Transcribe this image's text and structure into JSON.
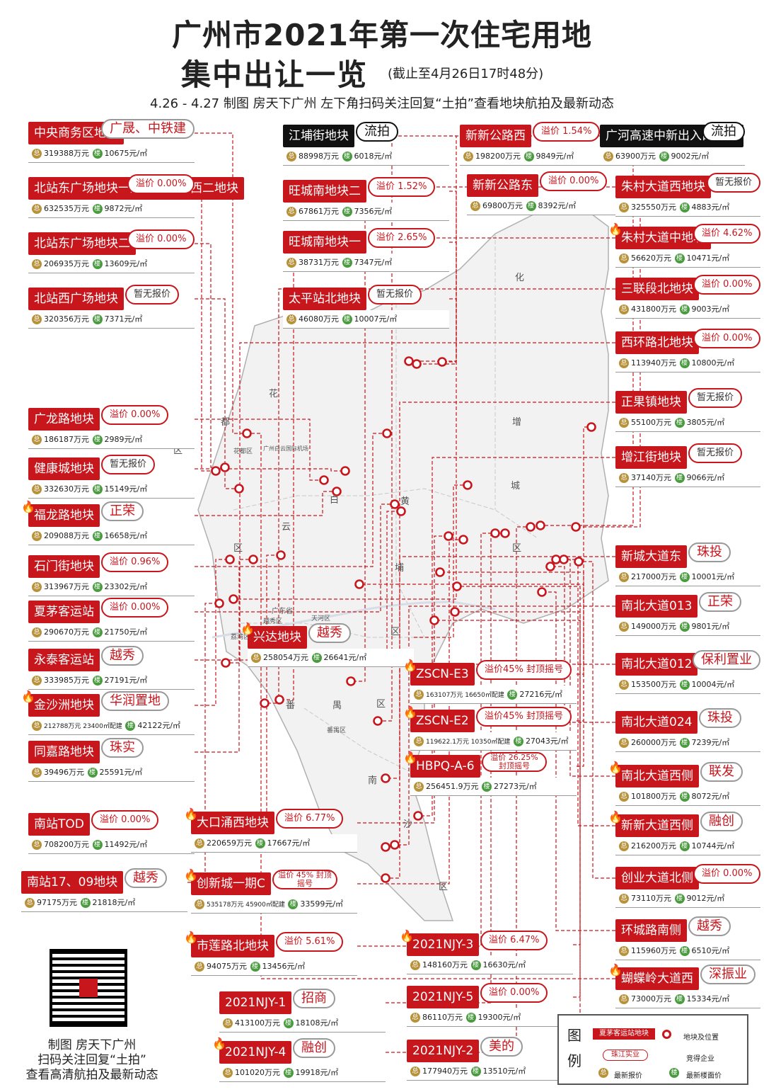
{
  "title": {
    "line1": "广州市2021年第一次住宅用地",
    "line2": "集中出让一览",
    "note": "(截止至4月26日17时48分)",
    "subtitle": "4.26 - 4.27   制图 房天下广州 左下角扫码关注回复“土拍”查看地块航拍及最新动态"
  },
  "icons": {
    "total": "总",
    "floor": "楼",
    "hot": "fire-icon"
  },
  "map_labels": {
    "huadu": "花",
    "dou": "都",
    "qu": "区",
    "baiyun1": "白",
    "yun": "云",
    "baiyun_qu": "区",
    "zeng": "增",
    "cheng": "城",
    "zeng_qu": "区",
    "hua2": "化",
    "huangpu": "黄",
    "pu": "埔",
    "hp_qu": "区",
    "panyu1": "番",
    "yu": "禺",
    "py_qu": "区",
    "nan": "南",
    "sha": "沙",
    "ns_qu": "区",
    "huadu_q": "花都区",
    "airport": "广州白云国际机场",
    "gd": "广东省",
    "yuexiu": "越秀区",
    "tianhe": "天河区",
    "liwan": "荔湾区",
    "panyu_q": "番禺区"
  },
  "lots": [
    {
      "name": "中央商务区地块",
      "total": "319388万元",
      "floor": "10675元/㎡",
      "tag": "广晟、中铁建",
      "tagType": "dev"
    },
    {
      "name": "北站东广场地块一及广花公路西二地块",
      "total": "632535万元",
      "floor": "9872元/㎡",
      "tag": "溢价 0.00%",
      "tagType": "prem"
    },
    {
      "name": "北站东广场地块二",
      "total": "206935万元",
      "floor": "13609元/㎡",
      "tag": "溢价 0.00%",
      "tagType": "prem"
    },
    {
      "name": "北站西广场地块",
      "total": "320356万元",
      "floor": "7371元/㎡",
      "tag": "暂无报价",
      "tagType": "none"
    },
    {
      "name": "广龙路地块",
      "total": "186187万元",
      "floor": "2989元/㎡",
      "tag": "溢价 0.00%",
      "tagType": "prem"
    },
    {
      "name": "健康城地块",
      "total": "332630万元",
      "floor": "15149元/㎡",
      "tag": "暂无报价",
      "tagType": "none"
    },
    {
      "name": "福龙路地块",
      "total": "209088万元",
      "floor": "16658元/㎡",
      "tag": "正荣",
      "tagType": "dev",
      "hot": true
    },
    {
      "name": "石门街地块",
      "total": "313967万元",
      "floor": "23302元/㎡",
      "tag": "溢价 0.96%",
      "tagType": "prem"
    },
    {
      "name": "夏茅客运站",
      "total": "290670万元",
      "floor": "21750元/㎡",
      "tag": "溢价 0.00%",
      "tagType": "prem"
    },
    {
      "name": "永泰客运站",
      "total": "333985万元",
      "floor": "27191元/㎡",
      "tag": "越秀",
      "tagType": "dev"
    },
    {
      "name": "金沙洲地块",
      "total": "212788万元 23400㎡配建",
      "floor": "42122元/㎡",
      "tag": "华润置地",
      "tagType": "dev",
      "hot": true
    },
    {
      "name": "同嘉路地块",
      "total": "39496万元",
      "floor": "25591元/㎡",
      "tag": "珠实",
      "tagType": "dev"
    },
    {
      "name": "南站TOD",
      "total": "708200万元",
      "floor": "11492元/㎡",
      "tag": "溢价 0.00%",
      "tagType": "prem"
    },
    {
      "name": "南站17、09地块",
      "total": "97175万元",
      "floor": "21818元/㎡",
      "tag": "越秀",
      "tagType": "dev"
    },
    {
      "name": "江埔街地块",
      "total": "88998万元",
      "floor": "6018元/㎡",
      "tag": "流拍",
      "tagType": "black",
      "dark": true
    },
    {
      "name": "旺城南地块二",
      "total": "67861万元",
      "floor": "7356元/㎡",
      "tag": "溢价 1.52%",
      "tagType": "prem"
    },
    {
      "name": "旺城南地块一",
      "total": "38731万元",
      "floor": "7347元/㎡",
      "tag": "溢价 2.65%",
      "tagType": "prem"
    },
    {
      "name": "太平站北地块",
      "total": "46080万元",
      "floor": "10007元/㎡",
      "tag": "暂无报价",
      "tagType": "none"
    },
    {
      "name": "兴达地块",
      "total": "258054万元",
      "floor": "26641元/㎡",
      "tag": "越秀",
      "tagType": "dev",
      "hot": true
    },
    {
      "name": "大口涌西地块",
      "total": "220659万元",
      "floor": "17667元/㎡",
      "tag": "溢价 6.77%",
      "tagType": "prem",
      "hot": true
    },
    {
      "name": "创新城一期C",
      "total": "535178万元 45900㎡配建",
      "floor": "33599元/㎡",
      "tag": "溢价 45% 封顶摇号",
      "tagType": "prem",
      "hot": true
    },
    {
      "name": "市莲路北地块",
      "total": "94075万元",
      "floor": "13456元/㎡",
      "tag": "溢价 5.61%",
      "tagType": "prem",
      "hot": true
    },
    {
      "name": "2021NJY-1",
      "total": "413100万元",
      "floor": "18108元/㎡",
      "tag": "招商",
      "tagType": "dev"
    },
    {
      "name": "2021NJY-4",
      "total": "101020万元",
      "floor": "19918元/㎡",
      "tag": "融创",
      "tagType": "dev",
      "hot": true
    },
    {
      "name": "新新公路西",
      "total": "198200万元",
      "floor": "9849元/㎡",
      "tag": "溢价 1.54%",
      "tagType": "prem"
    },
    {
      "name": "新新公路东",
      "total": "69800万元",
      "floor": "8392元/㎡",
      "tag": "溢价 0.00%",
      "tagType": "prem"
    },
    {
      "name": "ZSCN-E3",
      "total": "163107万元 16650㎡配建",
      "floor": "27216元/㎡",
      "tag": "溢价45% 封顶摇号",
      "tagType": "prem",
      "hot": true
    },
    {
      "name": "ZSCN-E2",
      "total": "119622.1万元 10350㎡配建",
      "floor": "27043元/㎡",
      "tag": "溢价45% 封顶摇号",
      "tagType": "prem",
      "hot": true
    },
    {
      "name": "HBPQ-A-6",
      "total": "256451.9万元",
      "floor": "27273元/㎡",
      "tag": "溢价 26.25% 封顶摇号",
      "tagType": "prem",
      "hot": true
    },
    {
      "name": "2021NJY-3",
      "total": "148160万元",
      "floor": "16630元/㎡",
      "tag": "溢价 6.47%",
      "tagType": "prem",
      "hot": true
    },
    {
      "name": "2021NJY-5",
      "total": "86110万元",
      "floor": "19300元/㎡",
      "tag": "溢价 0.00%",
      "tagType": "prem"
    },
    {
      "name": "2021NJY-2",
      "total": "177940万元",
      "floor": "13510元/㎡",
      "tag": "美的",
      "tagType": "dev"
    },
    {
      "name": "广河高速中新出入口地块",
      "total": "63900万元",
      "floor": "9002元/㎡",
      "tag": "流拍",
      "tagType": "black",
      "dark": true
    },
    {
      "name": "朱村大道西地块",
      "total": "325550万元",
      "floor": "4883元/㎡",
      "tag": "暂无报价",
      "tagType": "none"
    },
    {
      "name": "朱村大道中地块",
      "total": "56620万元",
      "floor": "10471元/㎡",
      "tag": "溢价 4.62%",
      "tagType": "prem",
      "hot": true
    },
    {
      "name": "三联段北地块",
      "total": "431800万元",
      "floor": "9003元/㎡",
      "tag": "溢价 0.00%",
      "tagType": "prem"
    },
    {
      "name": "西环路北地块",
      "total": "113940万元",
      "floor": "10800元/㎡",
      "tag": "溢价 0.00%",
      "tagType": "prem"
    },
    {
      "name": "正果镇地块",
      "total": "55100万元",
      "floor": "3805元/㎡",
      "tag": "暂无报价",
      "tagType": "none"
    },
    {
      "name": "增江街地块",
      "total": "37140万元",
      "floor": "9066元/㎡",
      "tag": "暂无报价",
      "tagType": "none"
    },
    {
      "name": "新城大道东",
      "total": "217000万元",
      "floor": "10001元/㎡",
      "tag": "珠投",
      "tagType": "dev"
    },
    {
      "name": "南北大道013",
      "total": "149000万元",
      "floor": "9801元/㎡",
      "tag": "正荣",
      "tagType": "dev"
    },
    {
      "name": "南北大道012",
      "total": "153500万元",
      "floor": "10004元/㎡",
      "tag": "保利置业",
      "tagType": "dev"
    },
    {
      "name": "南北大道024",
      "total": "260000万元",
      "floor": "7239元/㎡",
      "tag": "珠投",
      "tagType": "dev"
    },
    {
      "name": "南北大道西侧",
      "total": "101800万元",
      "floor": "8072元/㎡",
      "tag": "联发",
      "tagType": "dev",
      "hot": true
    },
    {
      "name": "新新大道西侧",
      "total": "216200万元",
      "floor": "10744元/㎡",
      "tag": "融创",
      "tagType": "dev",
      "hot": true
    },
    {
      "name": "创业大道北侧",
      "total": "73110万元",
      "floor": "9012元/㎡",
      "tag": "溢价 0.00%",
      "tagType": "prem"
    },
    {
      "name": "环城路南侧",
      "total": "115960万元",
      "floor": "6510元/㎡",
      "tag": "越秀",
      "tagType": "dev"
    },
    {
      "name": "蝴蝶岭大道西",
      "total": "73000万元",
      "floor": "15334元/㎡",
      "tag": "深振业",
      "tagType": "dev",
      "hot": true
    }
  ],
  "qr": {
    "caption": "制图 房天下广州\n扫码关注回复“土拍”\n查看高清航拍及最新动态",
    "center": "房天下"
  },
  "legend": {
    "title": "图例",
    "sample_lot": "夏茅客运站地块",
    "lot_pos": "地块及位置",
    "sample_dev": "珠江实业",
    "dev": "竞得企业",
    "total": "最新报价",
    "floor": "最新楼面价"
  },
  "colors": {
    "accent": "#c8161d",
    "gold": "#b8923b",
    "green": "#4a9a3f"
  }
}
